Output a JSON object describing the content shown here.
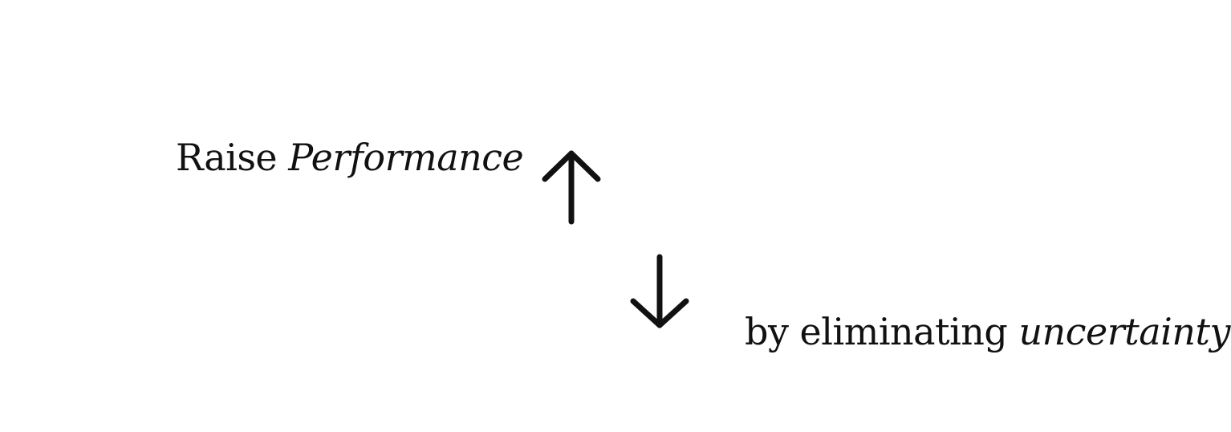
{
  "headline_top": {
    "plain": "Raise ",
    "emphasis": "Performance"
  },
  "headline_bottom": {
    "plain": "by eliminating ",
    "emphasis": "uncertainty"
  },
  "icons": {
    "up": "arrow-up-icon",
    "down": "arrow-down-icon"
  },
  "colors": {
    "text": "#111111",
    "background": "#ffffff"
  }
}
